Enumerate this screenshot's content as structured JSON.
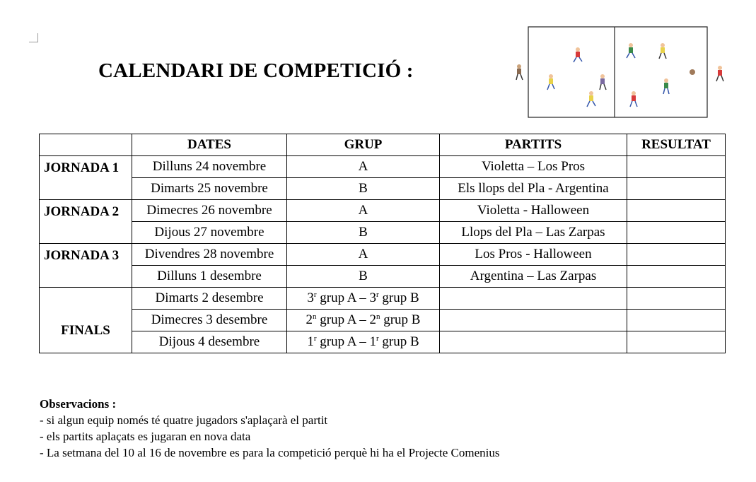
{
  "title": "CALENDARI DE COMPETICIÓ :",
  "icons": {
    "corner": "page-corner-mark",
    "pitch": "playground-pitch-illustration"
  },
  "table": {
    "headers": [
      "",
      "DATES",
      "GRUP",
      "PARTITS",
      "RESULTAT"
    ],
    "rows": [
      {
        "jornada": "JORNADA 1",
        "date": "Dilluns 24 novembre",
        "group": "A",
        "match": "Violetta – Los Pros",
        "result": ""
      },
      {
        "jornada": "",
        "date": "Dimarts 25 novembre",
        "group": "B",
        "match": "Els llops del Pla - Argentina",
        "result": ""
      },
      {
        "jornada": "JORNADA 2",
        "date": "Dimecres 26 novembre",
        "group": "A",
        "match": "Violetta - Halloween",
        "result": ""
      },
      {
        "jornada": "",
        "date": "Dijous 27 novembre",
        "group": "B",
        "match": "Llops del Pla – Las Zarpas",
        "result": ""
      },
      {
        "jornada": "JORNADA 3",
        "date": "Divendres 28 novembre",
        "group": "A",
        "match": "Los Pros - Halloween",
        "result": ""
      },
      {
        "jornada": "",
        "date": "Dilluns 1 desembre",
        "group": "B",
        "match": "Argentina – Las Zarpas",
        "result": ""
      }
    ],
    "finals": {
      "label": "FINALS",
      "rows": [
        {
          "date": "Dimarts 2 desembre",
          "g1n": "3",
          "g1s": "r",
          "g1t": " grup A – ",
          "g2n": "3",
          "g2s": "r",
          "g2t": " grup B",
          "match": "",
          "result": ""
        },
        {
          "date": "Dimecres 3 desembre",
          "g1n": "2",
          "g1s": "n",
          "g1t": " grup A – ",
          "g2n": "2",
          "g2s": "n",
          "g2t": " grup B",
          "match": "",
          "result": ""
        },
        {
          "date": "Dijous 4 desembre",
          "g1n": "1",
          "g1s": "r",
          "g1t": " grup A – ",
          "g2n": "1",
          "g2s": "r",
          "g2t": " grup B",
          "match": "",
          "result": ""
        }
      ]
    }
  },
  "notes": {
    "heading": "Observacions :",
    "lines": [
      "- si algun equip només té quatre jugadors s'aplaçarà el partit",
      "- els partits aplaçats es jugaran en nova data",
      "- La setmana del 10 al 16 de novembre es para la competició perquè hi ha el Projecte Comenius"
    ]
  }
}
